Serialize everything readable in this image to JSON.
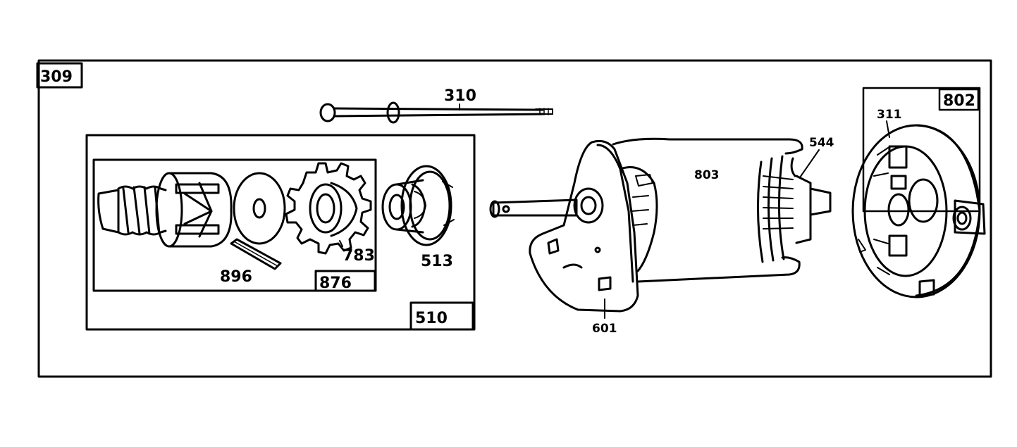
{
  "diagram": {
    "assembly_box_label": "309",
    "labels": {
      "p310": "310",
      "p311": "311",
      "p510": "510",
      "p513": "513",
      "p544": "544",
      "p601": "601",
      "p783": "783",
      "p802": "802",
      "p803": "803",
      "p876": "876",
      "p896": "896"
    },
    "colors": {
      "ink": "#000000",
      "paper": "#ffffff"
    }
  }
}
